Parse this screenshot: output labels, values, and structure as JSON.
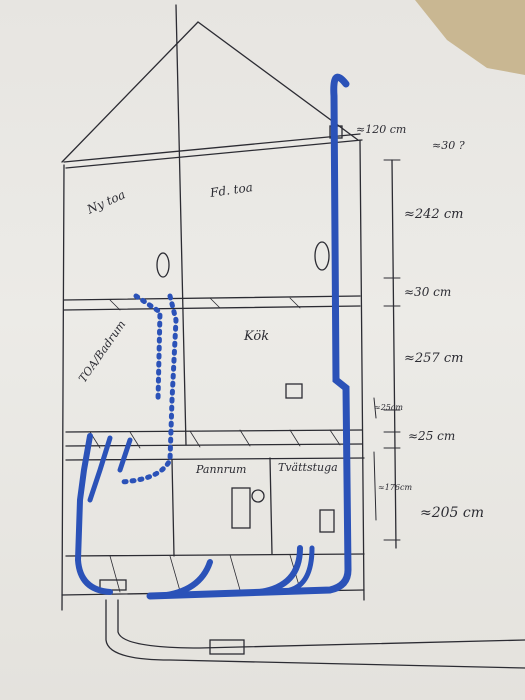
{
  "rooms": {
    "ny_toa": "Ny toa",
    "fd_toa": "Fd. toa",
    "toa_badrum": "TOA/Badrum",
    "kok": "Kök",
    "pannrum": "Pannrum",
    "tvattstuga": "Tvättstuga"
  },
  "measurements": {
    "m_120": "≈120 cm",
    "m_30q": "≈30 ?",
    "m_242": "≈242 cm",
    "m_30": "≈30 cm",
    "m_257": "≈257 cm",
    "m_25s": "≈25cm",
    "m_25": "≈25 cm",
    "m_176": "≈176cm",
    "m_205": "≈205 cm"
  },
  "colors": {
    "pipe": "#2b52b8",
    "ink": "#2c2c33",
    "paper": "#e9e7e3",
    "table": "#c8b48e"
  }
}
